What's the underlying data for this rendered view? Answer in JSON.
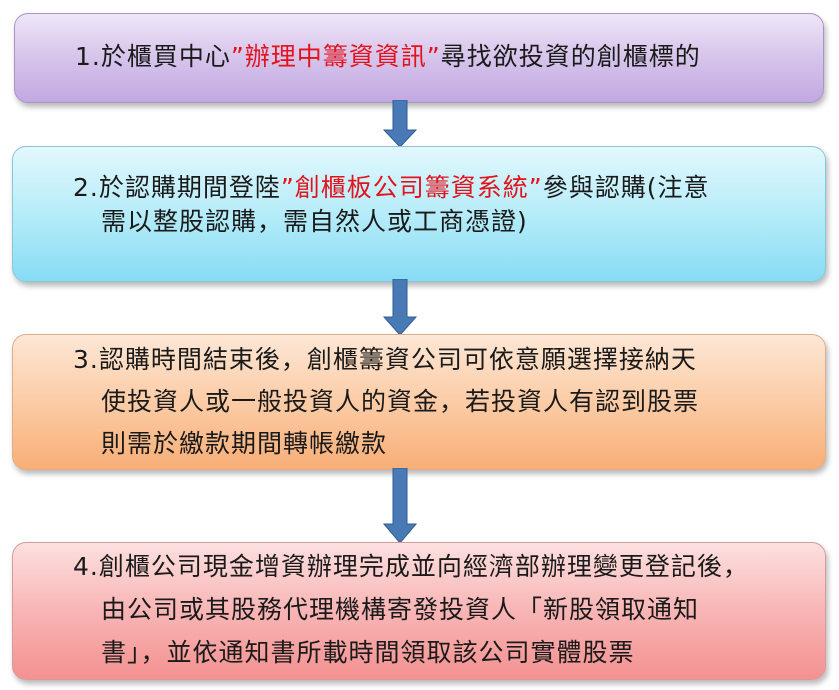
{
  "steps": [
    {
      "lines": [
        {
          "pre": "1.於櫃買中心",
          "em": "”辦理中籌資資訊”",
          "post": "尋找欲投資的創櫃標的"
        }
      ]
    },
    {
      "lines": [
        {
          "pre": "2.於認購期間登陸",
          "em": "”創櫃板公司籌資系統”",
          "post": "參與認購(注意"
        },
        {
          "pre": "需以整股認購，需自然人或工商憑證)",
          "em": "",
          "post": ""
        }
      ]
    },
    {
      "lines": [
        {
          "pre": "3.認購時間結束後，創櫃籌資公司可依意願選擇接納天",
          "em": "",
          "post": ""
        },
        {
          "pre": "使投資人或一般投資人的資金，若投資人有認到股票",
          "em": "",
          "post": ""
        },
        {
          "pre": "則需於繳款期間轉帳繳款",
          "em": "",
          "post": ""
        }
      ]
    },
    {
      "lines": [
        {
          "pre": "4.創櫃公司現金增資辦理完成並向經濟部辦理變更登記後，",
          "em": "",
          "post": ""
        },
        {
          "pre": "由公司或其股務代理機構寄發投資人「新股領取通知",
          "em": "",
          "post": ""
        },
        {
          "pre": "書」，並依通知書所載時間領取該公司實體股票",
          "em": "",
          "post": ""
        }
      ]
    }
  ],
  "colors": {
    "emphasis": "#e3121b",
    "arrow": "#4a7ab5",
    "arrow_stroke": "#2f5d93"
  }
}
